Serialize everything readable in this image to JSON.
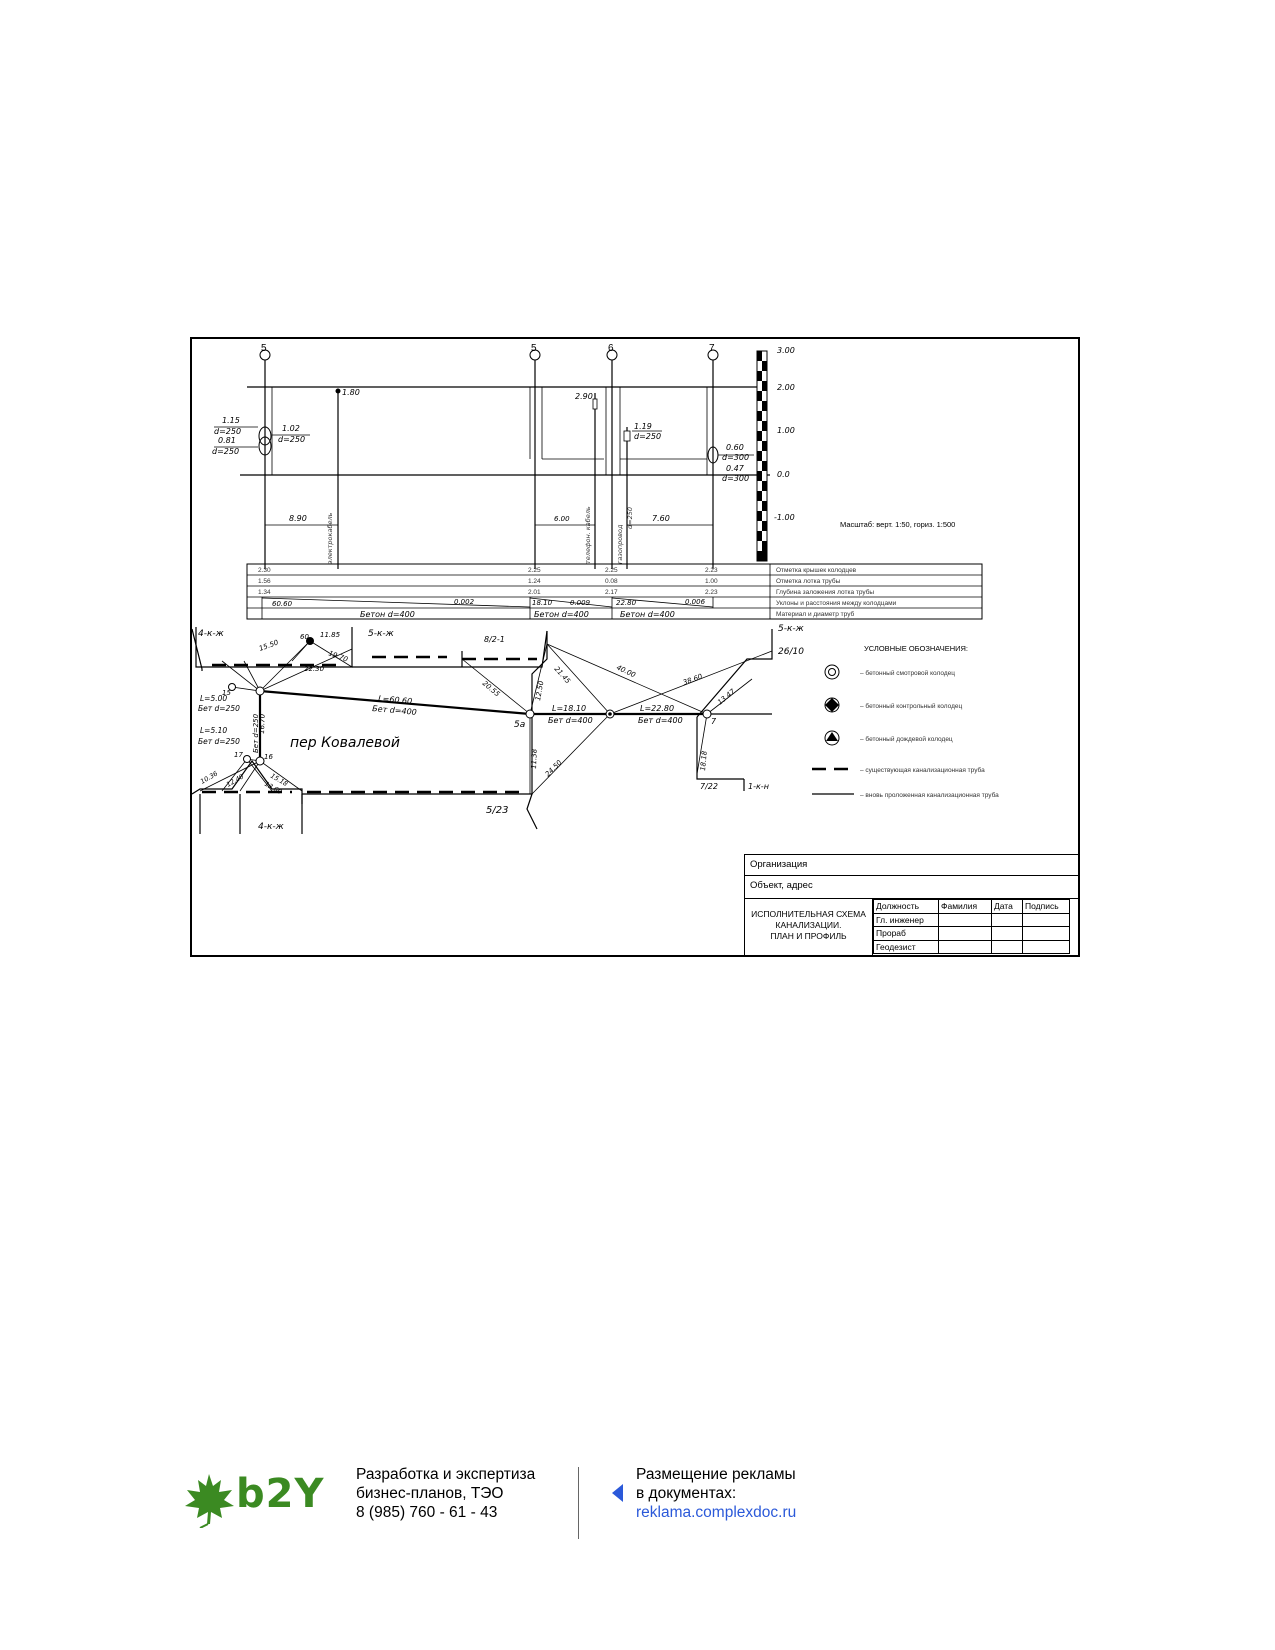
{
  "profile": {
    "well_labels": [
      "5",
      "5",
      "6",
      "7"
    ],
    "elevation_scale": [
      "3.00",
      "2.00",
      "1.00",
      "0.0",
      "-1.00"
    ],
    "scale_note": "Масштаб: верт. 1:50, гориз. 1:500",
    "pipe_annotations": [
      "1.15",
      "d=250",
      "0.81",
      "d=250",
      "1.02",
      "d=250",
      "1.80",
      "2.90",
      "1.19",
      "d=250",
      "0.60",
      "d=300",
      "0.47",
      "d=300"
    ],
    "crossing_labels": [
      "электрокабель",
      "телефон. кабель",
      "газопровод",
      "d=250"
    ],
    "distances": [
      "8.90",
      "6.00",
      "7.60"
    ],
    "table_rows": [
      {
        "label": "Отметка крышек колодцев",
        "values": [
          "2.30",
          "2.25",
          "2.25",
          "2.23"
        ]
      },
      {
        "label": "Отметка лотка трубы",
        "values": [
          "1.56",
          "1.24",
          "0.08",
          "1.00"
        ]
      },
      {
        "label": "Глубина заложения лотка трубы",
        "values": [
          "1.34",
          "2.01",
          "2.17",
          "2.23"
        ]
      },
      {
        "label": "Уклоны и расстояния между колодцами",
        "values": [
          "60.60",
          "0.002",
          "18.10",
          "0.009",
          "22.80",
          "0.006"
        ]
      },
      {
        "label": "Материал и диаметр труб",
        "values": [
          "Бетон d=400",
          "Бетон d=400",
          "Бетон d=400"
        ]
      }
    ]
  },
  "plan": {
    "street_name": "пер Ковалевой",
    "building_labels": [
      "4-к-ж",
      "5-к-ж",
      "8/2-1",
      "5-к-ж",
      "26/10",
      "4-к-ж",
      "5/23",
      "7/22",
      "1-к-н"
    ],
    "node_labels": [
      "15",
      "5a",
      "7",
      "17",
      "16",
      "60"
    ],
    "segment_labels": [
      "L=60.60",
      "Бет d=400",
      "L=18.10",
      "Бет d=400",
      "L=22.80",
      "Бет d=400",
      "L=5.00",
      "Бет d=250",
      "L=5.10",
      "Бет d=250",
      "Бет d=250"
    ],
    "dimension_labels": [
      "15.50",
      "11.85",
      "19.70",
      "22.30",
      "20.55",
      "12.50",
      "21.45",
      "40.00",
      "38.60",
      "13.47",
      "24.50",
      "11.38",
      "18.18",
      "16.70",
      "10.36",
      "12.40",
      "15.18",
      "13.60"
    ]
  },
  "legend": {
    "title": "УСЛОВНЫЕ ОБОЗНАЧЕНИЯ:",
    "items": [
      "– бетонный смотровой колодец",
      "– бетонный контрольный колодец",
      "– бетонный дождевой колодец",
      "– существующая канализационная труба",
      "– вновь проложенная канализационная труба"
    ]
  },
  "title_block": {
    "organization": "Организация",
    "object": "Объект, адрес",
    "drawing_title": [
      "ИСПОЛНИТЕЛЬНАЯ СХЕМА",
      "КАНАЛИЗАЦИИ.",
      "ПЛАН И ПРОФИЛЬ"
    ],
    "headers": [
      "Должность",
      "Фамилия",
      "Дата",
      "Подпись"
    ],
    "roles": [
      "Гл. инженер",
      "Прораб",
      "Геодезист"
    ]
  },
  "footer": {
    "logo": "b2Y",
    "left_lines": [
      "Разработка и экспертиза",
      "бизнес-планов, ТЭО",
      "8 (985) 760 - 61 - 43"
    ],
    "right_lines": [
      "Размещение рекламы",
      "в документах:"
    ],
    "right_link": "reklama.complexdoc.ru",
    "accent_color": "#2b59d9",
    "logo_color": "#3b8a22"
  }
}
